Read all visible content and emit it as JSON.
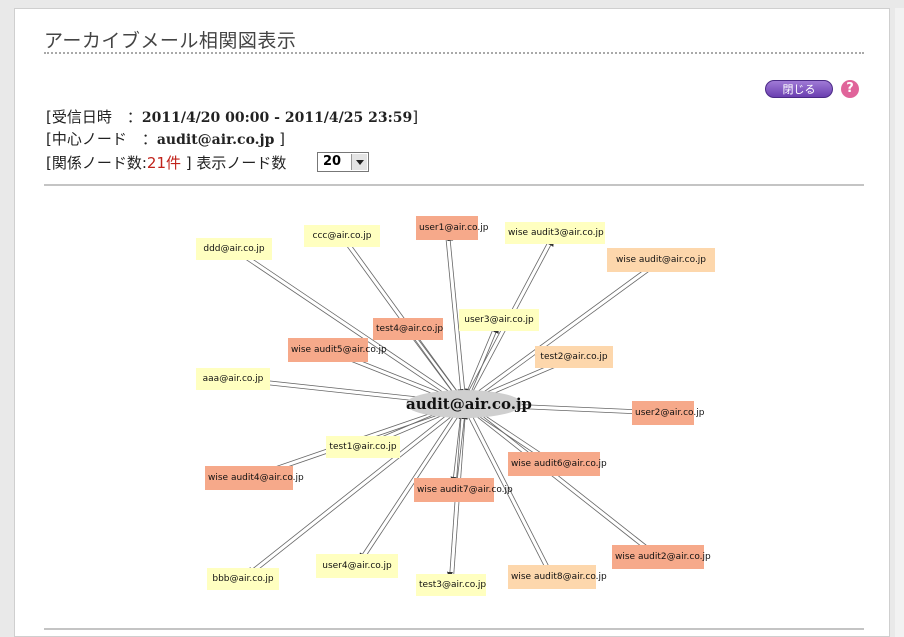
{
  "page": {
    "title": "アーカイブメール相関図表示",
    "close_label": "閉じる",
    "help_label": "?"
  },
  "info": {
    "received_label": "[受信日時　：",
    "received_value": "2011/4/20 00:00 - 2011/4/25 23:59",
    "received_end": "]",
    "center_label": "[中心ノード　：",
    "center_value": "audit@air.co.jp",
    "center_end": " ]",
    "related_label": "[関係ノード数:",
    "related_count": "21件",
    "related_end": " ] 表示ノード数",
    "display_select_value": "20"
  },
  "graph": {
    "center": "audit@air.co.jp",
    "colors": {
      "yellow": "#ffffc0",
      "peach": "#fdd7ac",
      "salmon": "#f6a98a"
    },
    "nodes": [
      {
        "id": "n1",
        "label": "ddd@air.co.jp",
        "color": "yellow"
      },
      {
        "id": "n2",
        "label": "ccc@air.co.jp",
        "color": "yellow"
      },
      {
        "id": "n3",
        "label": "user1@air.co.jp",
        "color": "salmon"
      },
      {
        "id": "n4",
        "label": "wise audit3@air.co.jp",
        "color": "yellow"
      },
      {
        "id": "n5",
        "label": "wise audit@air.co.jp",
        "color": "peach"
      },
      {
        "id": "n6",
        "label": "test4@air.co.jp",
        "color": "salmon"
      },
      {
        "id": "n7",
        "label": "user3@air.co.jp",
        "color": "yellow"
      },
      {
        "id": "n8",
        "label": "wise audit5@air.co.jp",
        "color": "salmon"
      },
      {
        "id": "n9",
        "label": "test2@air.co.jp",
        "color": "peach"
      },
      {
        "id": "n10",
        "label": "aaa@air.co.jp",
        "color": "yellow"
      },
      {
        "id": "n11",
        "label": "user2@air.co.jp",
        "color": "salmon"
      },
      {
        "id": "n12",
        "label": "test1@air.co.jp",
        "color": "yellow"
      },
      {
        "id": "n13",
        "label": "wise audit6@air.co.jp",
        "color": "salmon"
      },
      {
        "id": "n14",
        "label": "wise audit4@air.co.jp",
        "color": "salmon"
      },
      {
        "id": "n15",
        "label": "wise audit7@air.co.jp",
        "color": "salmon"
      },
      {
        "id": "n16",
        "label": "wise audit2@air.co.jp",
        "color": "salmon"
      },
      {
        "id": "n17",
        "label": "bbb@air.co.jp",
        "color": "yellow"
      },
      {
        "id": "n18",
        "label": "user4@air.co.jp",
        "color": "yellow"
      },
      {
        "id": "n19",
        "label": "test3@air.co.jp",
        "color": "yellow"
      },
      {
        "id": "n20",
        "label": "wise audit8@air.co.jp",
        "color": "peach"
      }
    ]
  }
}
